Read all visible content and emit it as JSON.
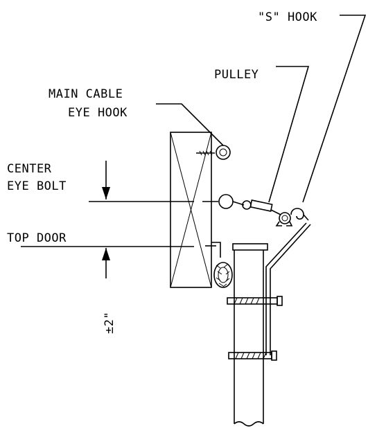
{
  "labels": {
    "s_hook": "\"S\" HOOK",
    "pulley": "PULLEY",
    "main_cable_line1": "MAIN CABLE",
    "main_cable_line2": "EYE HOOK",
    "center_line1": "CENTER",
    "center_line2": "EYE BOLT",
    "top_door": "TOP DOOR",
    "dimension": "±2\""
  }
}
